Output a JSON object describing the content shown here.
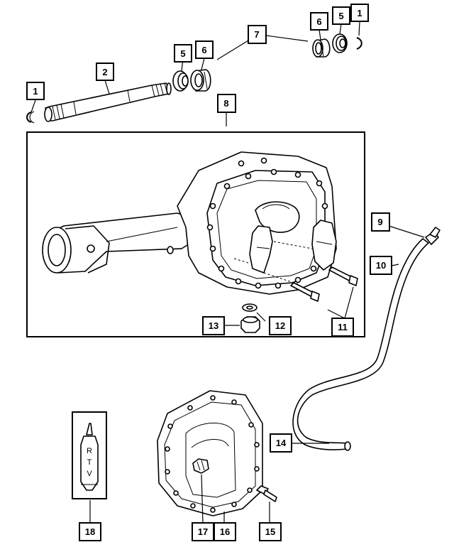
{
  "diagram": {
    "callouts": [
      {
        "id": "c1a",
        "label": "1"
      },
      {
        "id": "c2",
        "label": "2"
      },
      {
        "id": "c5a",
        "label": "5"
      },
      {
        "id": "c6a",
        "label": "6"
      },
      {
        "id": "c7",
        "label": "7"
      },
      {
        "id": "c6b",
        "label": "6"
      },
      {
        "id": "c5b",
        "label": "5"
      },
      {
        "id": "c1b",
        "label": "1"
      },
      {
        "id": "c8",
        "label": "8"
      },
      {
        "id": "c9",
        "label": "9"
      },
      {
        "id": "c10",
        "label": "10"
      },
      {
        "id": "c11",
        "label": "11"
      },
      {
        "id": "c12",
        "label": "12"
      },
      {
        "id": "c13",
        "label": "13"
      },
      {
        "id": "c14",
        "label": "14"
      },
      {
        "id": "c15",
        "label": "15"
      },
      {
        "id": "c16",
        "label": "16"
      },
      {
        "id": "c17",
        "label": "17"
      },
      {
        "id": "c18",
        "label": "18"
      }
    ],
    "tube_label": "RTV"
  }
}
